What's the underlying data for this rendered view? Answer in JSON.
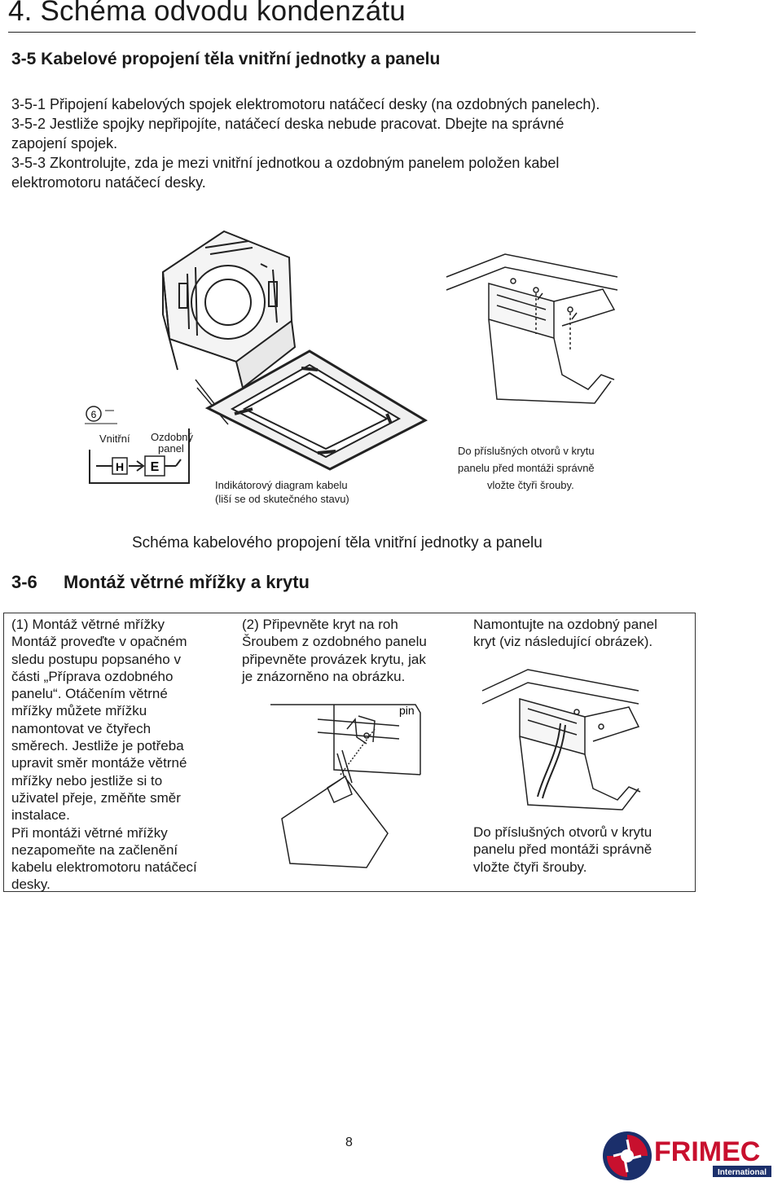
{
  "header": {
    "title": "4. Schéma odvodu kondenzátu"
  },
  "section_3_5": {
    "heading": "3-5 Kabelové propojení těla vnitřní jednotky a panelu",
    "lines": [
      "3-5-1 Připojení kabelových spojek elektromotoru natáčecí desky (na ozdobných panelech).",
      "3-5-2 Jestliže spojky nepřipojíte, natáčecí deska nebude pracovat. Dbejte na správné",
      "zapojení spojek.",
      "3-5-3 Zkontrolujte, zda je mezi vnitřní jednotkou a ozdobným panelem položen kabel",
      "elektromotoru natáčecí desky."
    ]
  },
  "figure1": {
    "step_marker": "6",
    "label_vnitrni": "Vnitřní",
    "label_ozdobny_1": "Ozdobný",
    "label_ozdobny_2": "panel",
    "connector_h": "H",
    "connector_e": "E",
    "indicator_line1": "Indikátorový diagram kabelu",
    "indicator_line2": "(liší se od skutečného stavu)",
    "screws_line1": "Do příslušných otvorů v krytu",
    "screws_line2": "panelu před montáži správně",
    "screws_line3": "vložte čtyři šrouby.",
    "caption": "Schéma kabelového propojení těla vnitřní jednotky a panelu"
  },
  "section_3_6": {
    "number": "3-6",
    "heading": "Montáž větrné mřížky a krytu",
    "col1": [
      "(1) Montáž větrné mřížky",
      "Montáž proveďte v opačném",
      "sledu postupu popsaného v",
      "části „Příprava ozdobného",
      "panelu“. Otáčením větrné",
      "mřížky můžete mřížku",
      "namontovat ve čtyřech",
      "směrech. Jestliže je potřeba",
      "upravit směr montáže větrné",
      "mřížky nebo jestliže si to",
      "uživatel přeje, změňte směr",
      "instalace.",
      "Při montáži větrné mřížky",
      "nezapomeňte na začlenění",
      "kabelu elektromotoru natáčecí",
      "desky."
    ],
    "col2": [
      "(2) Připevněte kryt na roh",
      "Šroubem z ozdobného panelu",
      "připevněte provázek krytu, jak",
      "je znázorněno na obrázku."
    ],
    "col2_figure_label": "pin",
    "col3_top": [
      "Namontujte na ozdobný panel",
      "kryt (viz následující obrázek)."
    ],
    "col3_bottom": [
      "Do příslušných otvorů v krytu",
      "panelu před montáži správně",
      "vložte čtyři šrouby."
    ]
  },
  "footer": {
    "page_number": "8",
    "logo_text": "FRIMEC",
    "logo_sub": "International"
  },
  "colors": {
    "logo_red": "#c8102e",
    "logo_navy": "#1b2f6b",
    "text": "#1a1a1a"
  }
}
